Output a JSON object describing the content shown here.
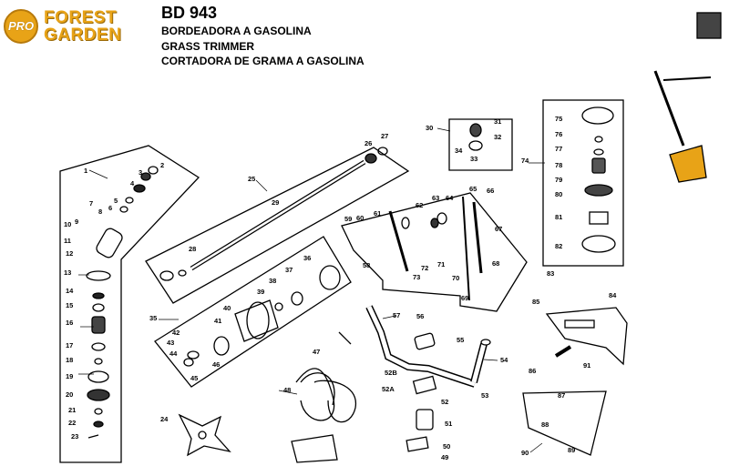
{
  "brand": {
    "name_line1": "FOREST",
    "name_line2": "GARDEN",
    "badge": "PRO"
  },
  "header": {
    "model": "BD 943",
    "subtitle_es": "BORDEADORA A GASOLINA",
    "subtitle_en": "GRASS TRIMMER",
    "subtitle_pt": "CORTADORA DE GRAMA A GASOLINA"
  },
  "callouts": [
    "1",
    "2",
    "3",
    "4",
    "5",
    "6",
    "7",
    "8",
    "9",
    "10",
    "11",
    "12",
    "13",
    "14",
    "15",
    "16",
    "17",
    "18",
    "19",
    "20",
    "21",
    "22",
    "23",
    "24",
    "25",
    "26",
    "27",
    "28",
    "29",
    "30",
    "31",
    "32",
    "33",
    "34",
    "35",
    "36",
    "37",
    "38",
    "39",
    "40",
    "41",
    "42",
    "43",
    "44",
    "45",
    "46",
    "47",
    "48",
    "49",
    "50",
    "51",
    "52",
    "52A",
    "52B",
    "53",
    "54",
    "55",
    "56",
    "57",
    "58",
    "59",
    "60",
    "61",
    "62",
    "63",
    "64",
    "65",
    "66",
    "67",
    "68",
    "69",
    "70",
    "71",
    "72",
    "73",
    "74",
    "75",
    "76",
    "77",
    "78",
    "79",
    "80",
    "81",
    "82",
    "83",
    "84",
    "85",
    "86",
    "87",
    "88",
    "89",
    "90",
    "91"
  ]
}
